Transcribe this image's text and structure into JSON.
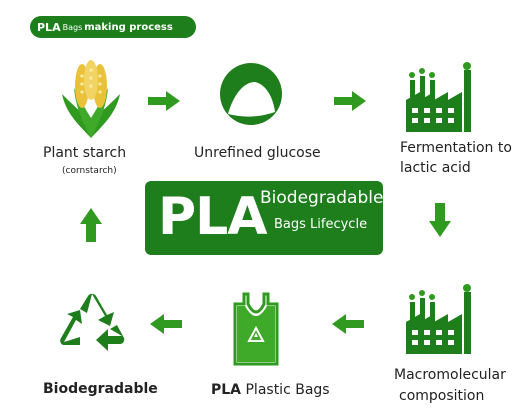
{
  "header": {
    "title_part1": "PLA",
    "title_part2": "Bags",
    "title_part3": "making process"
  },
  "center": {
    "big": "PLA",
    "line1": "Biodegradable",
    "line2": "Bags Lifecycle"
  },
  "steps": {
    "plant_starch": {
      "label": "Plant starch",
      "sub": "(cornstarch)",
      "icon": "corn-icon"
    },
    "glucose": {
      "label": "Unrefined glucose",
      "icon": "glucose-icon"
    },
    "fermentation": {
      "label_line1": "Fermentation to",
      "label_line2": "lactic acid",
      "icon": "factory-icon"
    },
    "macro": {
      "label_line1": "Macromolecular",
      "label_line2": "composition",
      "icon": "factory-icon"
    },
    "bags": {
      "label_part1": "PLA",
      "label_part2": "Plastic Bags",
      "icon": "shopping-bag-icon"
    },
    "biodegradable": {
      "label": "Biodegradable",
      "icon": "recycle-icon"
    }
  },
  "colors": {
    "green": "#1e7e1c",
    "arrow_green": "#2f9a1f",
    "accent_yellow": "#e9c23a"
  }
}
